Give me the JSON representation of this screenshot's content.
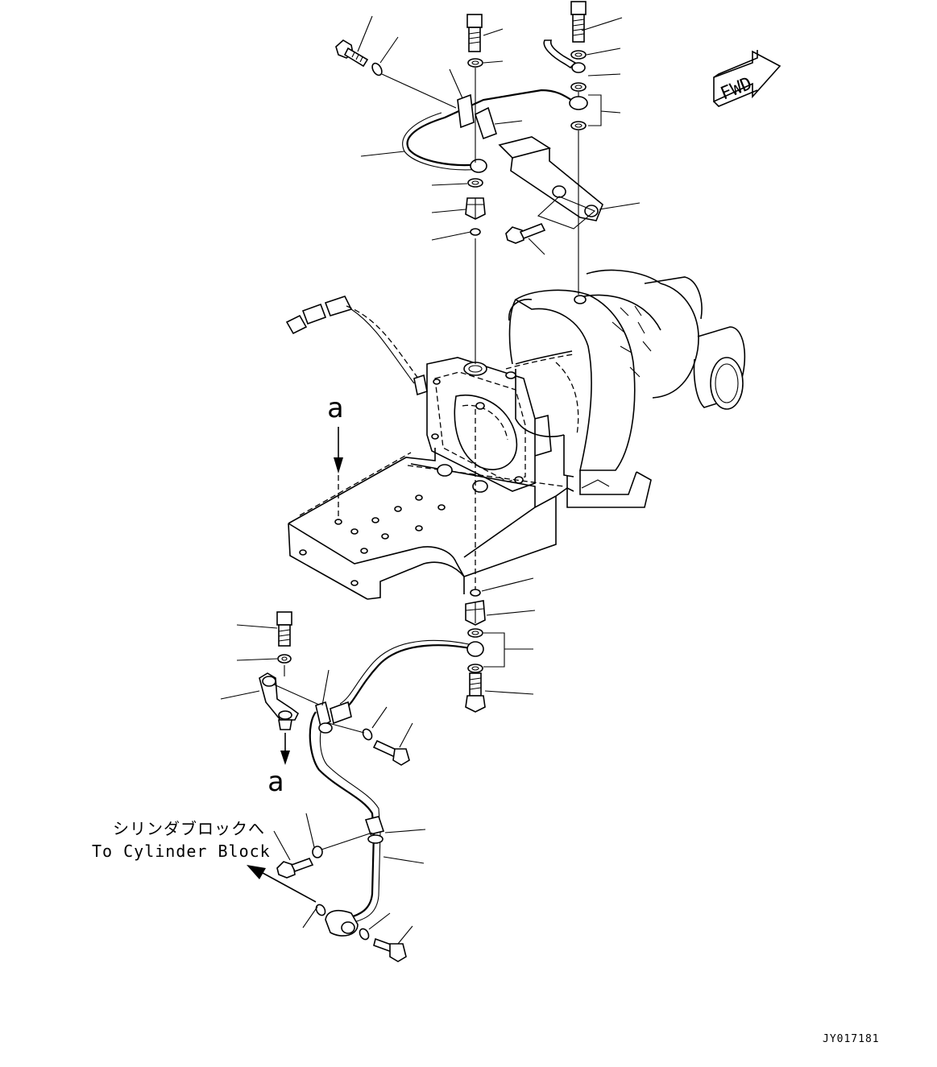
{
  "fwd_label": "FWD",
  "view_marker_upper": "a",
  "view_marker_lower": "a",
  "destination_label_jp": "シリンダブロックへ",
  "destination_label_en": "To Cylinder Block",
  "drawing_code": "JY017181"
}
